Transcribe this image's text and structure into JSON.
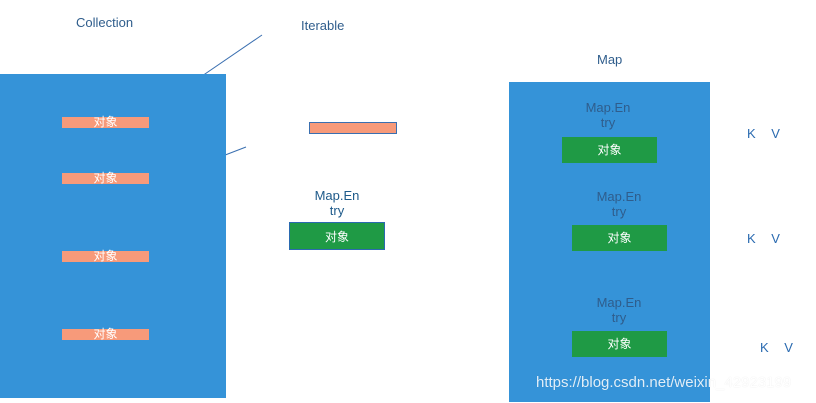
{
  "labels": {
    "collection": "Collection",
    "iterable": "Iterable",
    "map": "Map"
  },
  "collection_panel": {
    "items": [
      "对象",
      "对象",
      "对象",
      "对象"
    ]
  },
  "middle": {
    "entry_title": "Map.En\ntry",
    "entry_box": "对象"
  },
  "map_panel": {
    "entries": [
      {
        "title": "Map.En\ntry",
        "box": "对象"
      },
      {
        "title": "Map.En\ntry",
        "box": "对象"
      },
      {
        "title": "Map.En\ntry",
        "box": "对象"
      }
    ]
  },
  "kv": [
    {
      "k": "K",
      "v": "V"
    },
    {
      "k": "K",
      "v": "V"
    },
    {
      "k": "K",
      "v": "V"
    }
  ],
  "watermark": "https://blog.csdn.net/weixin_42923199",
  "colors": {
    "panel": "#3593d8",
    "object": "#f79a7a",
    "entry": "#1f9a45"
  }
}
